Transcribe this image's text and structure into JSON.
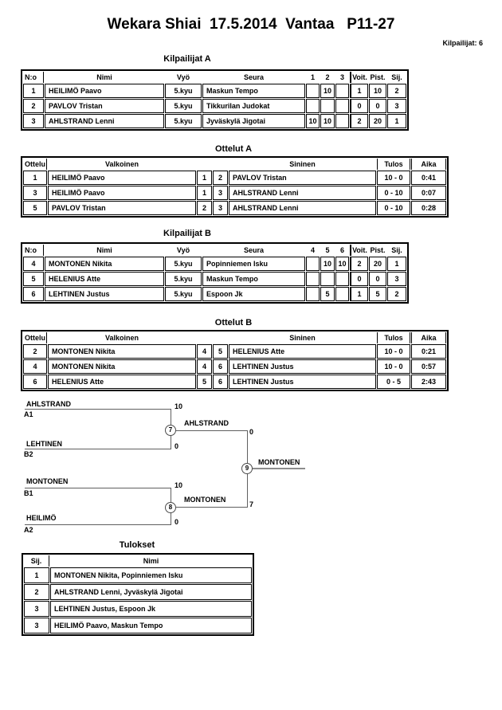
{
  "page": {
    "title": "Wekara Shiai  17.5.2014  Vantaa   P11-27",
    "competitors_label": "Kilpailijat: 6"
  },
  "pool_a": {
    "heading": "Kilpailijat A",
    "h": {
      "no": "N:o",
      "name": "Nimi",
      "belt": "Vyö",
      "club": "Seura",
      "g1": "1",
      "g2": "2",
      "g3": "3",
      "wins": "Voit.",
      "points": "Pist.",
      "place": "Sij."
    },
    "rows": [
      {
        "no": "1",
        "name": "HEILIMÖ Paavo",
        "belt": "5.kyu",
        "club": "Maskun Tempo",
        "g1": "",
        "g2": "10",
        "g3": "",
        "wins": "1",
        "points": "10",
        "place": "2"
      },
      {
        "no": "2",
        "name": "PAVLOV Tristan",
        "belt": "5.kyu",
        "club": "Tikkurilan Judokat",
        "g1": "",
        "g2": "",
        "g3": "",
        "wins": "0",
        "points": "0",
        "place": "3"
      },
      {
        "no": "3",
        "name": "AHLSTRAND Lenni",
        "belt": "5.kyu",
        "club": "Jyväskylä Jigotai",
        "g1": "10",
        "g2": "10",
        "g3": "",
        "wins": "2",
        "points": "20",
        "place": "1"
      }
    ]
  },
  "matches_a": {
    "heading": "Ottelut A",
    "h": {
      "match": "Ottelu",
      "white": "Valkoinen",
      "blue": "Sininen",
      "result": "Tulos",
      "time": "Aika"
    },
    "rows": [
      {
        "no": "1",
        "white": "HEILIMÖ Paavo",
        "wn": "1",
        "bn": "2",
        "blue": "PAVLOV Tristan",
        "result": "10 - 0",
        "time": "0:41"
      },
      {
        "no": "3",
        "white": "HEILIMÖ Paavo",
        "wn": "1",
        "bn": "3",
        "blue": "AHLSTRAND Lenni",
        "result": "0 - 10",
        "time": "0:07"
      },
      {
        "no": "5",
        "white": "PAVLOV Tristan",
        "wn": "2",
        "bn": "3",
        "blue": "AHLSTRAND Lenni",
        "result": "0 - 10",
        "time": "0:28"
      }
    ]
  },
  "pool_b": {
    "heading": "Kilpailijat B",
    "h": {
      "no": "N:o",
      "name": "Nimi",
      "belt": "Vyö",
      "club": "Seura",
      "g1": "4",
      "g2": "5",
      "g3": "6",
      "wins": "Voit.",
      "points": "Pist.",
      "place": "Sij."
    },
    "rows": [
      {
        "no": "4",
        "name": "MONTONEN Nikita",
        "belt": "5.kyu",
        "club": "Popinniemen Isku",
        "g1": "",
        "g2": "10",
        "g3": "10",
        "wins": "2",
        "points": "20",
        "place": "1"
      },
      {
        "no": "5",
        "name": "HELENIUS Atte",
        "belt": "5.kyu",
        "club": "Maskun Tempo",
        "g1": "",
        "g2": "",
        "g3": "",
        "wins": "0",
        "points": "0",
        "place": "3"
      },
      {
        "no": "6",
        "name": "LEHTINEN Justus",
        "belt": "5.kyu",
        "club": "Espoon Jk",
        "g1": "",
        "g2": "5",
        "g3": "",
        "wins": "1",
        "points": "5",
        "place": "2"
      }
    ]
  },
  "matches_b": {
    "heading": "Ottelut B",
    "h": {
      "match": "Ottelu",
      "white": "Valkoinen",
      "blue": "Sininen",
      "result": "Tulos",
      "time": "Aika"
    },
    "rows": [
      {
        "no": "2",
        "white": "MONTONEN Nikita",
        "wn": "4",
        "bn": "5",
        "blue": "HELENIUS Atte",
        "result": "10 - 0",
        "time": "0:21"
      },
      {
        "no": "4",
        "white": "MONTONEN Nikita",
        "wn": "4",
        "bn": "6",
        "blue": "LEHTINEN Justus",
        "result": "10 - 0",
        "time": "0:57"
      },
      {
        "no": "6",
        "white": "HELENIUS Atte",
        "wn": "5",
        "bn": "6",
        "blue": "LEHTINEN Justus",
        "result": "0 - 5",
        "time": "2:43"
      }
    ]
  },
  "bracket": {
    "slots": [
      {
        "name": "AHLSTRAND",
        "seed": "A1",
        "score": "10"
      },
      {
        "name": "LEHTINEN",
        "seed": "B2",
        "score": "0"
      },
      {
        "name": "MONTONEN",
        "seed": "B1",
        "score": "10"
      },
      {
        "name": "HEILIMÖ",
        "seed": "A2",
        "score": "0"
      }
    ],
    "semi1": {
      "no": "7",
      "winner": "AHLSTRAND",
      "score": "0"
    },
    "semi2": {
      "no": "8",
      "winner": "MONTONEN",
      "score": "7"
    },
    "final": {
      "no": "9",
      "winner": "MONTONEN"
    }
  },
  "results": {
    "heading": "Tulokset",
    "h": {
      "place": "Sij.",
      "name": "Nimi"
    },
    "rows": [
      {
        "place": "1",
        "name": "MONTONEN Nikita, Popinniemen Isku"
      },
      {
        "place": "2",
        "name": "AHLSTRAND Lenni, Jyväskylä Jigotai"
      },
      {
        "place": "3",
        "name": "LEHTINEN Justus, Espoon Jk"
      },
      {
        "place": "3",
        "name": "HEILIMÖ Paavo, Maskun Tempo"
      }
    ]
  }
}
